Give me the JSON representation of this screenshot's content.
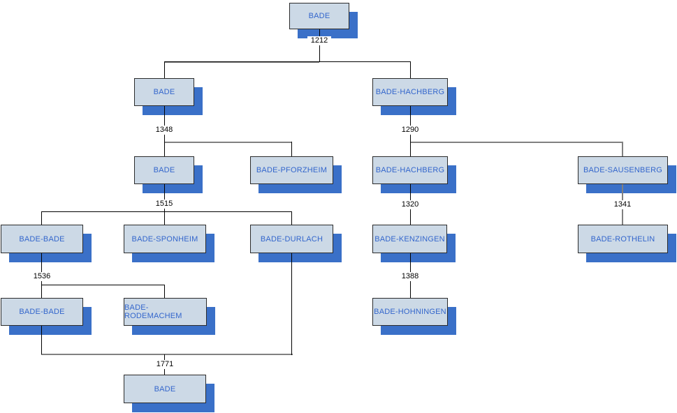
{
  "diagram": {
    "kind": "family-tree-chart",
    "nodes": [
      {
        "id": "bade-root",
        "label": "BADE"
      },
      {
        "id": "bade-gen2",
        "label": "BADE"
      },
      {
        "id": "bade-hachberg-gen2",
        "label": "BADE-HACHBERG"
      },
      {
        "id": "bade-gen3",
        "label": "BADE"
      },
      {
        "id": "bade-pforzheim",
        "label": "BADE-PFORZHEIM"
      },
      {
        "id": "bade-hachberg-gen3",
        "label": "BADE-HACHBERG"
      },
      {
        "id": "bade-sausenberg",
        "label": "BADE-SAUSENBERG"
      },
      {
        "id": "bade-bade-gen4",
        "label": "BADE-BADE"
      },
      {
        "id": "bade-sponheim",
        "label": "BADE-SPONHEIM"
      },
      {
        "id": "bade-durlach",
        "label": "BADE-DURLACH"
      },
      {
        "id": "bade-kenzingen",
        "label": "BADE-KENZINGEN"
      },
      {
        "id": "bade-rothelin",
        "label": "BADE-ROTHELIN"
      },
      {
        "id": "bade-bade-gen5",
        "label": "BADE-BADE"
      },
      {
        "id": "bade-rodemachem",
        "label": "BADE-RODEMACHEM"
      },
      {
        "id": "bade-hohningen",
        "label": "BADE-HOHNINGEN"
      },
      {
        "id": "bade-gen6",
        "label": "BADE"
      }
    ],
    "years": [
      {
        "value": "1212"
      },
      {
        "value": "1348"
      },
      {
        "value": "1290"
      },
      {
        "value": "1515"
      },
      {
        "value": "1320"
      },
      {
        "value": "1341"
      },
      {
        "value": "1536"
      },
      {
        "value": "1388"
      },
      {
        "value": "1771"
      }
    ],
    "colors": {
      "background": "#ffffff",
      "node_fill": "#ccd9e6",
      "node_border": "#2b2b2b",
      "node_text": "#3366cc",
      "node_shadow": "#3a70c8",
      "line_black": "#000000",
      "line_gray": "#808080",
      "year_text": "#000000"
    }
  }
}
